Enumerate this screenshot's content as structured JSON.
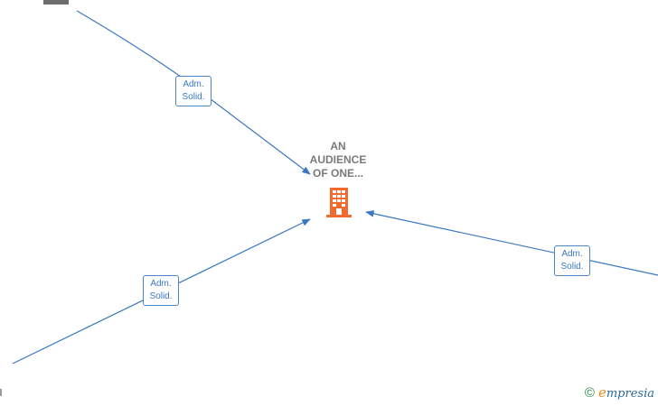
{
  "company": {
    "name_lines": [
      "AN",
      "AUDIENCE",
      "OF ONE..."
    ],
    "icon": "building-icon",
    "icon_color": "#f26a2e"
  },
  "relations": [
    {
      "id": "top-left",
      "label_lines": [
        "Adm.",
        "Solid."
      ]
    },
    {
      "id": "bottom-left",
      "label_lines": [
        "Adm.",
        "Solid."
      ]
    },
    {
      "id": "right",
      "label_lines": [
        "Adm.",
        "Solid."
      ]
    }
  ],
  "colors": {
    "edge": "#3a78c2",
    "label_border": "#4a86c8",
    "title": "#7a7a7a"
  },
  "footer": {
    "copyright_symbol": "©",
    "brand_initial": "e",
    "brand_rest": "mpresia"
  }
}
